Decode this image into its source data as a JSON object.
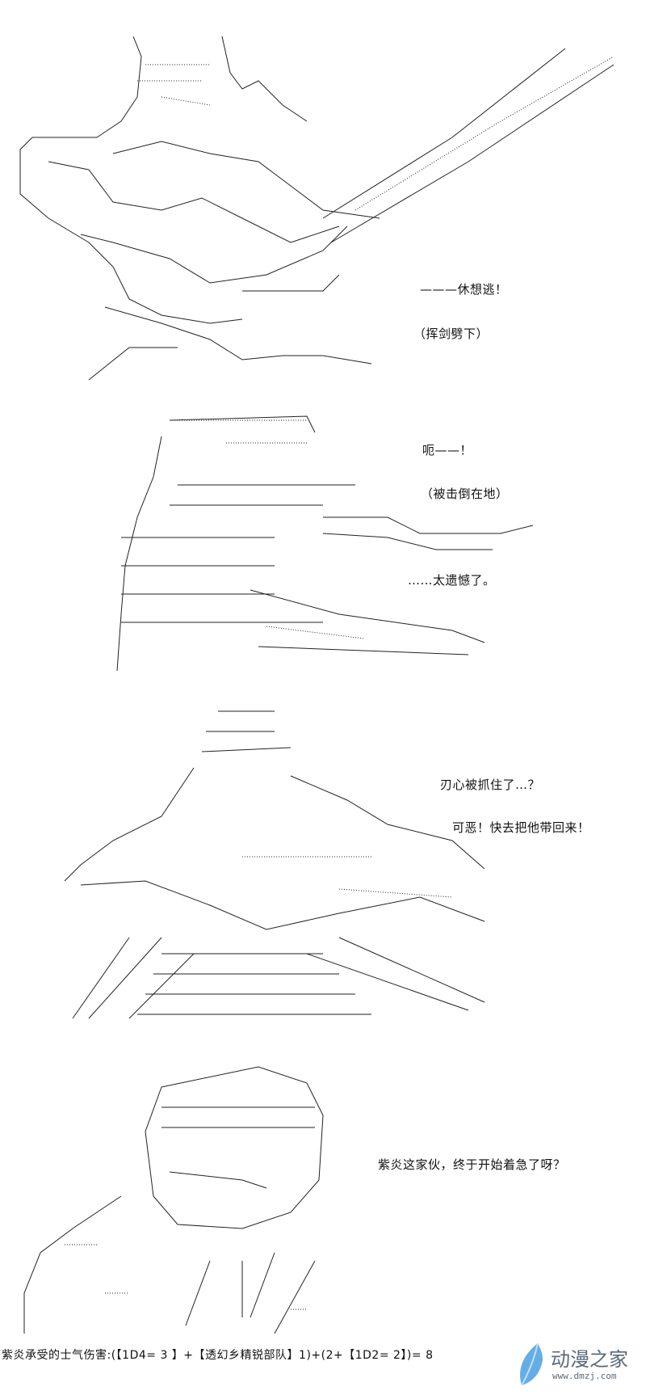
{
  "dialogue": [
    {
      "text": "———休想逃！"
    },
    {
      "text": "（挥剑劈下）"
    },
    {
      "text": "呃——！"
    },
    {
      "text": "（被击倒在地）"
    },
    {
      "text": "……太遗憾了。"
    },
    {
      "text": "刃心被抓住了…？"
    },
    {
      "text": "可恶！快去把他带回来！"
    },
    {
      "text": "紫炎这家伙，终于开始着急了呀？"
    }
  ],
  "footer": {
    "damage_line": "紫炎承受的士气伤害:(【1D4= 3 】+【透幻乡精锐部队】1)+(2+【1D2= 2】)= 8"
  },
  "watermark": {
    "name": "动漫之家",
    "url": "www.dmzj.com",
    "color": "#4a9fe0"
  }
}
